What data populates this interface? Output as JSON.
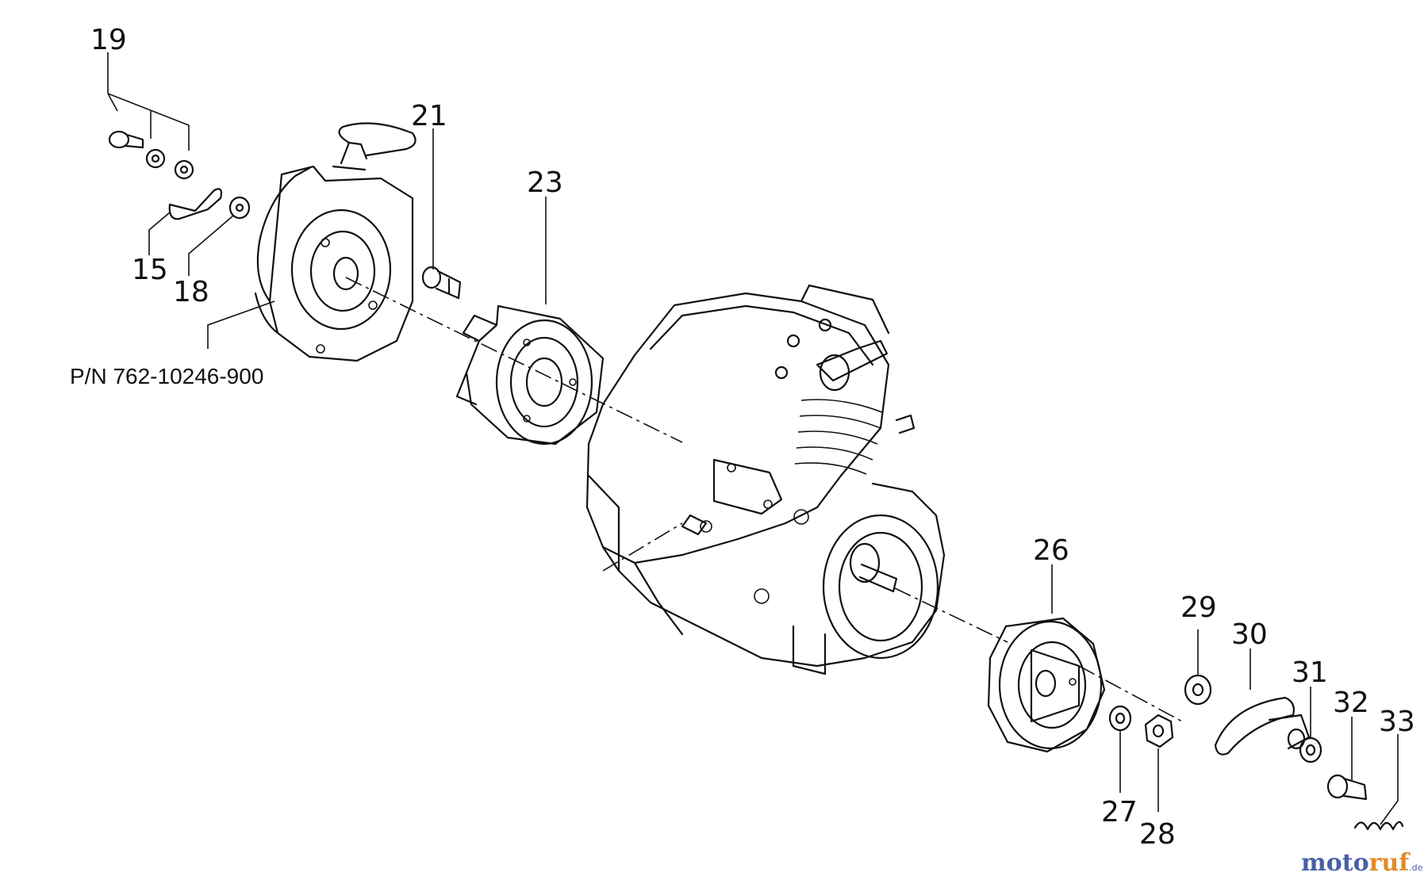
{
  "callouts": {
    "c19": "19",
    "c15": "15",
    "c18": "18",
    "c21": "21",
    "c23": "23",
    "c26": "26",
    "c27": "27",
    "c28": "28",
    "c29": "29",
    "c30": "30",
    "c31": "31",
    "c32": "32",
    "c33": "33"
  },
  "part_number": "P/N 762-10246-900",
  "watermark": {
    "part1": "moto",
    "part2": "ruf",
    "suffix": ".de",
    "color_blue": "#4a5fa8",
    "color_orange": "#e08a2a"
  }
}
